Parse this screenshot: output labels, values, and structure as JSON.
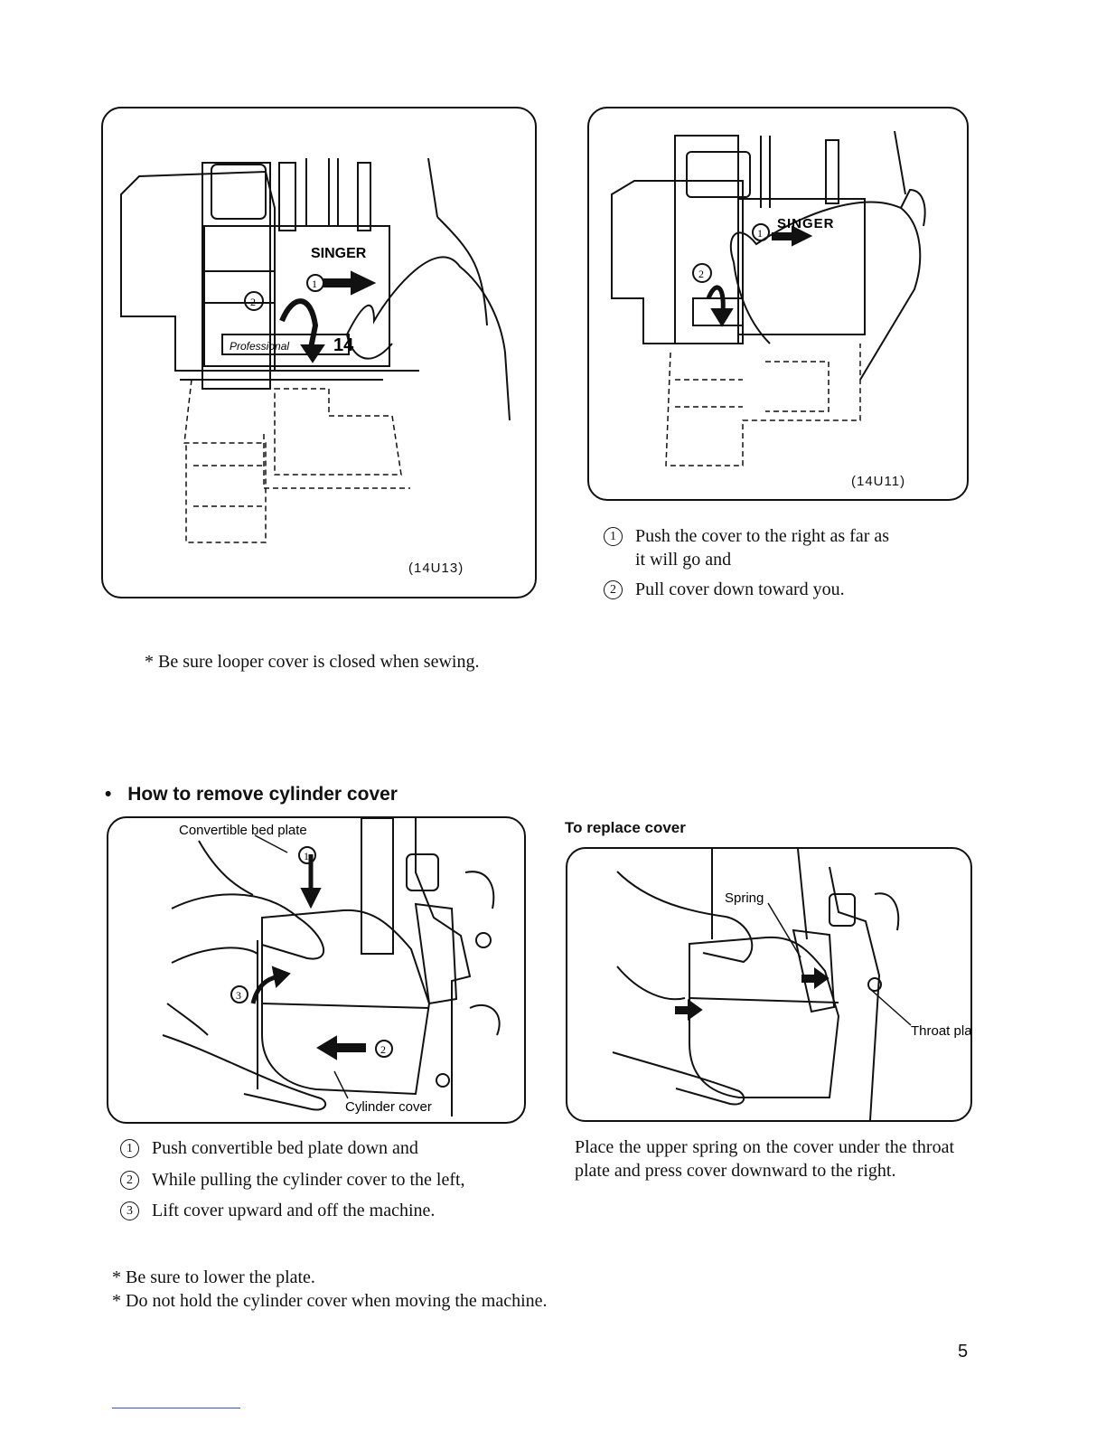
{
  "figure_top_left": {
    "code": "(14U13)",
    "labels": {
      "brand": "SINGER",
      "model": "Professional",
      "num": "14",
      "step1": "1",
      "step2": "2"
    }
  },
  "figure_top_right": {
    "code": "(14U11)",
    "labels": {
      "brand": "SINGER",
      "step1": "1",
      "step2": "2"
    }
  },
  "open_steps": [
    {
      "num": "1",
      "text": "Push the cover to the right as far as it will go and"
    },
    {
      "num": "2",
      "text": "Pull cover down toward you."
    }
  ],
  "note_looper": "* Be sure looper cover is closed when sewing.",
  "remove_section": {
    "bullet": "•",
    "heading": "How to remove cylinder cover",
    "figure_labels": {
      "convertible_bed_plate": "Convertible bed plate",
      "cylinder_cover": "Cylinder cover",
      "step1": "1",
      "step2": "2",
      "step3": "3"
    },
    "steps": [
      {
        "num": "1",
        "text": "Push convertible bed plate down and"
      },
      {
        "num": "2",
        "text": "While pulling the cylinder cover to the left,"
      },
      {
        "num": "3",
        "text": "Lift cover upward and off the machine."
      }
    ]
  },
  "replace_section": {
    "heading": "To replace cover",
    "figure_labels": {
      "spring": "Spring",
      "throat_plate": "Throat plate"
    },
    "text": "Place the upper spring on the cover under the throat plate and press cover downward to the right."
  },
  "notes_bottom": [
    "* Be sure to lower the plate.",
    "* Do not hold the cylinder cover when moving the machine."
  ],
  "page_number": "5"
}
